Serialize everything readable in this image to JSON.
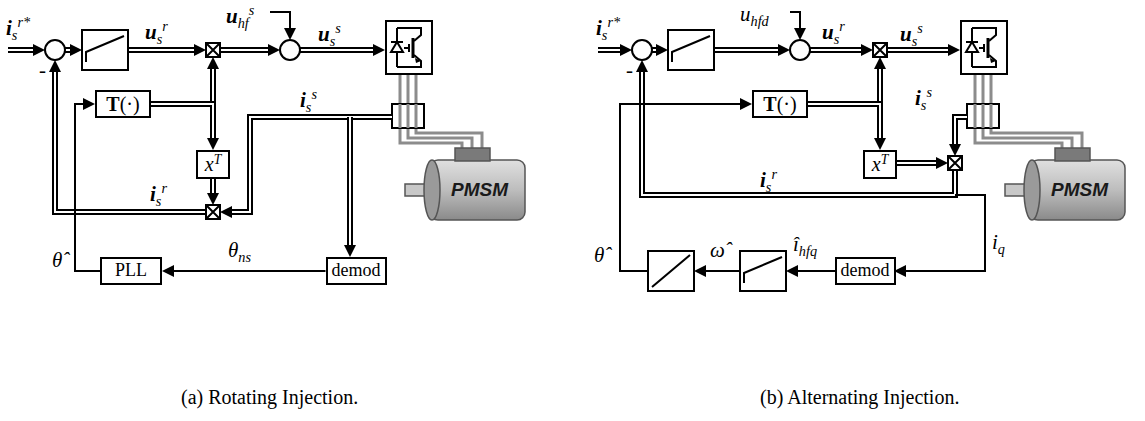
{
  "diagram": {
    "nodes": [
      {
        "text": [
          "T(·)"
        ]
      },
      {
        "text": [
          "xT"
        ]
      },
      {
        "text": [
          "PMSM"
        ]
      },
      {
        "text": [
          "PLL"
        ]
      },
      {
        "text": [
          "demod"
        ]
      },
      {
        "text": [
          "T(·)"
        ]
      },
      {
        "text": [
          "xT"
        ]
      },
      {
        "text": [
          "PMSM"
        ]
      },
      {
        "text": [
          "demod"
        ]
      }
    ],
    "edges": [
      {
        "from": 0,
        "to": 1,
        "arrow": "to"
      },
      {
        "from": 4,
        "to": 3,
        "arrow": "to",
        "label": "θns"
      },
      {
        "from": 3,
        "to": 0,
        "arrow": "to",
        "label": "θ̂"
      },
      {
        "from": 5,
        "to": 6,
        "arrow": "to"
      }
    ],
    "labels": [
      "isr*",
      "usr",
      "uhfs",
      "uss",
      "iss",
      "isr",
      "-",
      "(a) Rotating Injection.",
      "isr*",
      "uhfd",
      "usr",
      "uss",
      "iss",
      "isr",
      "-",
      "iq",
      "îhfq",
      "ω̂",
      "θ̂",
      "(b) Alternating Injection."
    ]
  }
}
